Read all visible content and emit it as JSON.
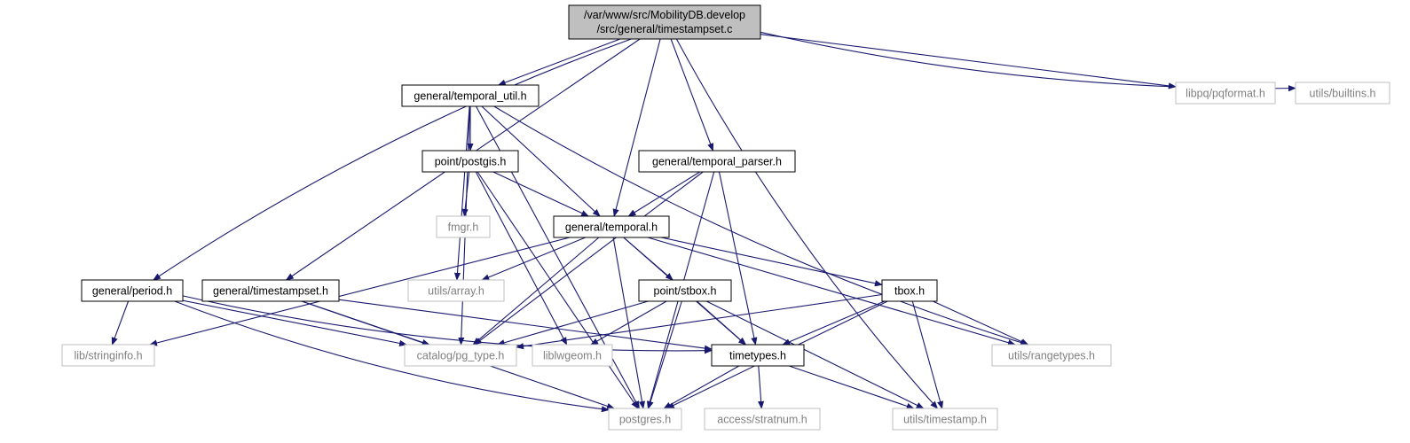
{
  "diagram": {
    "colors": {
      "edge": "#191970",
      "root_fill": "#bfbfbf",
      "node_border": "#000000",
      "external_border": "#bfbfbf",
      "external_text": "#808080",
      "text": "#000000"
    },
    "nodes": [
      {
        "id": "root",
        "label": "/var/www/src/MobilityDB.develop",
        "label2": "/src/general/timestampset.c",
        "kind": "root"
      },
      {
        "id": "temporal_util",
        "label": "general/temporal_util.h",
        "kind": "header"
      },
      {
        "id": "libpq_pqformat",
        "label": "libpq/pqformat.h",
        "kind": "external"
      },
      {
        "id": "utils_builtins",
        "label": "utils/builtins.h",
        "kind": "external"
      },
      {
        "id": "point_postgis",
        "label": "point/postgis.h",
        "kind": "header"
      },
      {
        "id": "temporal_parser",
        "label": "general/temporal_parser.h",
        "kind": "header"
      },
      {
        "id": "fmgr",
        "label": "fmgr.h",
        "kind": "external"
      },
      {
        "id": "temporal",
        "label": "general/temporal.h",
        "kind": "header"
      },
      {
        "id": "period",
        "label": "general/period.h",
        "kind": "header"
      },
      {
        "id": "timestampset",
        "label": "general/timestampset.h",
        "kind": "header"
      },
      {
        "id": "utils_array",
        "label": "utils/array.h",
        "kind": "external"
      },
      {
        "id": "stbox",
        "label": "point/stbox.h",
        "kind": "header"
      },
      {
        "id": "tbox",
        "label": "tbox.h",
        "kind": "header"
      },
      {
        "id": "stringinfo",
        "label": "lib/stringinfo.h",
        "kind": "external"
      },
      {
        "id": "pg_type",
        "label": "catalog/pg_type.h",
        "kind": "external"
      },
      {
        "id": "liblwgeom",
        "label": "liblwgeom.h",
        "kind": "external"
      },
      {
        "id": "timetypes",
        "label": "timetypes.h",
        "kind": "header"
      },
      {
        "id": "rangetypes",
        "label": "utils/rangetypes.h",
        "kind": "external"
      },
      {
        "id": "postgres",
        "label": "postgres.h",
        "kind": "external"
      },
      {
        "id": "stratnum",
        "label": "access/stratnum.h",
        "kind": "external"
      },
      {
        "id": "timestamp",
        "label": "utils/timestamp.h",
        "kind": "external"
      }
    ],
    "edges": [
      [
        "root",
        "temporal_util"
      ],
      [
        "root",
        "libpq_pqformat"
      ],
      [
        "root",
        "utils_builtins"
      ],
      [
        "root",
        "temporal_parser"
      ],
      [
        "root",
        "temporal"
      ],
      [
        "root",
        "period"
      ],
      [
        "root",
        "timestampset"
      ],
      [
        "root",
        "timestamp"
      ],
      [
        "temporal_util",
        "point_postgis"
      ],
      [
        "temporal_util",
        "temporal"
      ],
      [
        "temporal_util",
        "postgres"
      ],
      [
        "temporal_util",
        "pg_type"
      ],
      [
        "temporal_util",
        "utils_array"
      ],
      [
        "temporal_util",
        "rangetypes"
      ],
      [
        "point_postgis",
        "fmgr"
      ],
      [
        "point_postgis",
        "temporal"
      ],
      [
        "point_postgis",
        "liblwgeom"
      ],
      [
        "point_postgis",
        "postgres"
      ],
      [
        "temporal_parser",
        "temporal"
      ],
      [
        "temporal_parser",
        "pg_type"
      ],
      [
        "temporal_parser",
        "timetypes"
      ],
      [
        "temporal_parser",
        "postgres"
      ],
      [
        "temporal",
        "stringinfo"
      ],
      [
        "temporal",
        "utils_array"
      ],
      [
        "temporal",
        "pg_type"
      ],
      [
        "temporal",
        "stbox"
      ],
      [
        "temporal",
        "tbox"
      ],
      [
        "temporal",
        "timetypes"
      ],
      [
        "temporal",
        "rangetypes"
      ],
      [
        "temporal",
        "postgres"
      ],
      [
        "period",
        "stringinfo"
      ],
      [
        "period",
        "pg_type"
      ],
      [
        "period",
        "timetypes"
      ],
      [
        "period",
        "postgres"
      ],
      [
        "timestampset",
        "pg_type"
      ],
      [
        "timestampset",
        "timetypes"
      ],
      [
        "timestampset",
        "postgres"
      ],
      [
        "stbox",
        "pg_type"
      ],
      [
        "stbox",
        "liblwgeom"
      ],
      [
        "stbox",
        "timetypes"
      ],
      [
        "stbox",
        "postgres"
      ],
      [
        "stbox",
        "timestamp"
      ],
      [
        "tbox",
        "pg_type"
      ],
      [
        "tbox",
        "timetypes"
      ],
      [
        "tbox",
        "rangetypes"
      ],
      [
        "tbox",
        "postgres"
      ],
      [
        "tbox",
        "timestamp"
      ],
      [
        "timetypes",
        "postgres"
      ],
      [
        "timetypes",
        "stratnum"
      ],
      [
        "timetypes",
        "timestamp"
      ]
    ]
  }
}
